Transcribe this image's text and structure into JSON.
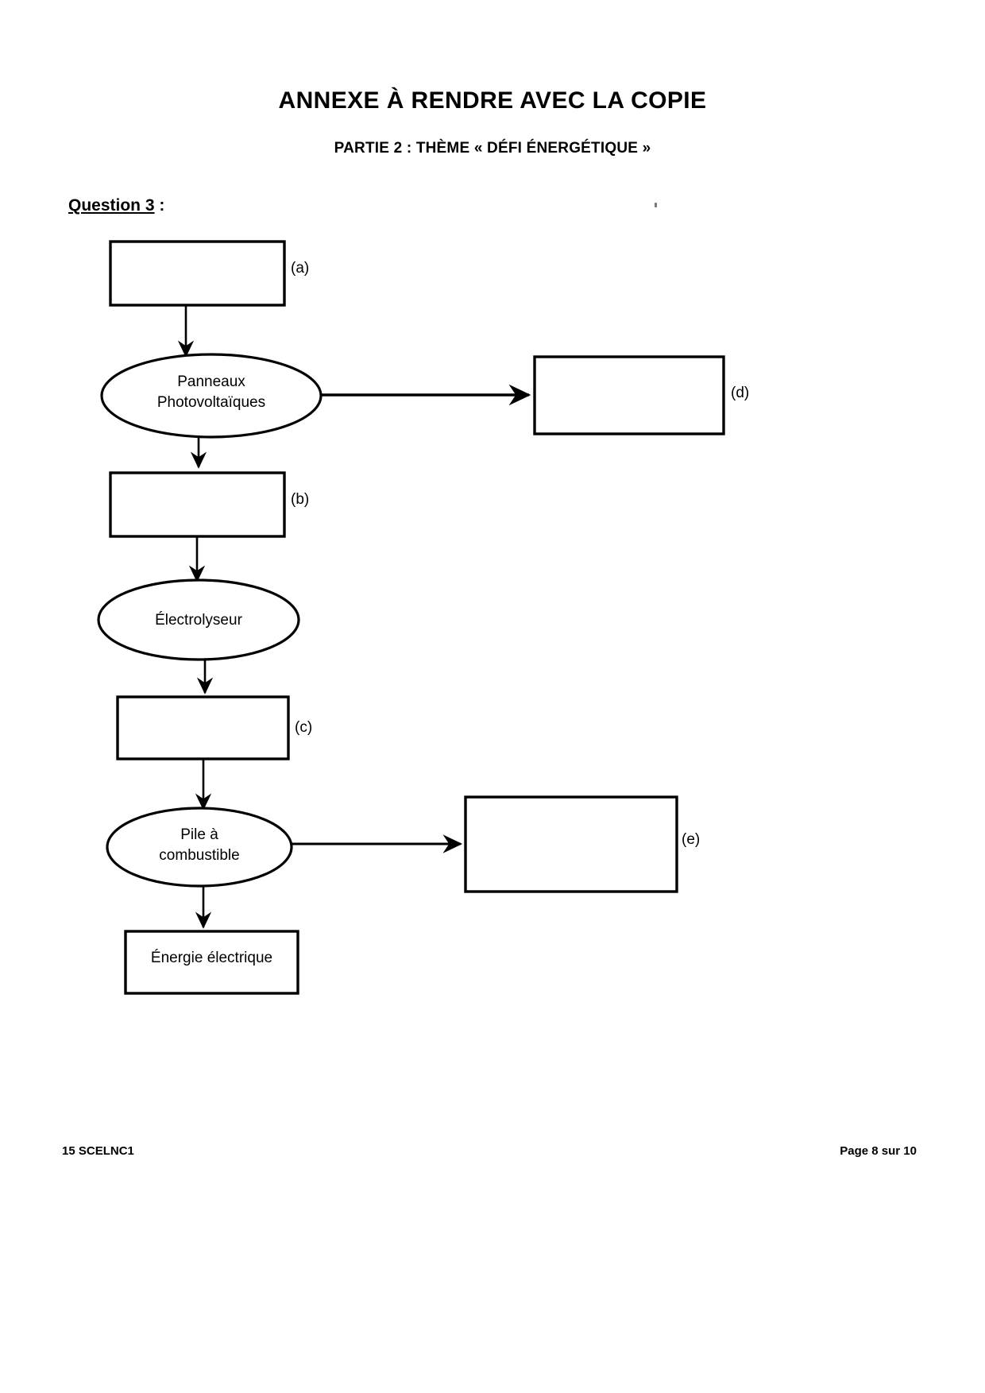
{
  "document": {
    "title": "ANNEXE À RENDRE AVEC LA COPIE",
    "subtitle": "PARTIE 2 : THÈME « DÉFI ÉNERGÉTIQUE »",
    "question_label": "Question 3",
    "question_colon": " :"
  },
  "diagram": {
    "type": "flowchart",
    "nodes": [
      {
        "id": "a",
        "shape": "rect",
        "label": "",
        "tag": "(a)"
      },
      {
        "id": "pv",
        "shape": "ellipse",
        "label": "Panneaux\nPhotovoltaïques",
        "tag": ""
      },
      {
        "id": "d",
        "shape": "rect",
        "label": "",
        "tag": "(d)"
      },
      {
        "id": "b",
        "shape": "rect",
        "label": "",
        "tag": "(b)"
      },
      {
        "id": "el",
        "shape": "ellipse",
        "label": "Électrolyseur",
        "tag": ""
      },
      {
        "id": "c",
        "shape": "rect",
        "label": "",
        "tag": "(c)"
      },
      {
        "id": "pc",
        "shape": "ellipse",
        "label": "Pile à\ncombustible",
        "tag": ""
      },
      {
        "id": "e",
        "shape": "rect",
        "label": "",
        "tag": "(e)"
      },
      {
        "id": "ee",
        "shape": "rect",
        "label": "Énergie électrique",
        "tag": ""
      }
    ],
    "edges": [
      {
        "from": "a",
        "to": "pv",
        "direction": "down"
      },
      {
        "from": "pv",
        "to": "d",
        "direction": "right"
      },
      {
        "from": "pv",
        "to": "b",
        "direction": "down"
      },
      {
        "from": "b",
        "to": "el",
        "direction": "down"
      },
      {
        "from": "el",
        "to": "c",
        "direction": "down"
      },
      {
        "from": "c",
        "to": "pc",
        "direction": "down"
      },
      {
        "from": "pc",
        "to": "e",
        "direction": "right"
      },
      {
        "from": "pc",
        "to": "ee",
        "direction": "down"
      }
    ],
    "stroke_color": "#000000",
    "fill_color": "#ffffff"
  },
  "footer": {
    "reference": "15 SCELNC1",
    "page": "Page 8 sur 10"
  }
}
